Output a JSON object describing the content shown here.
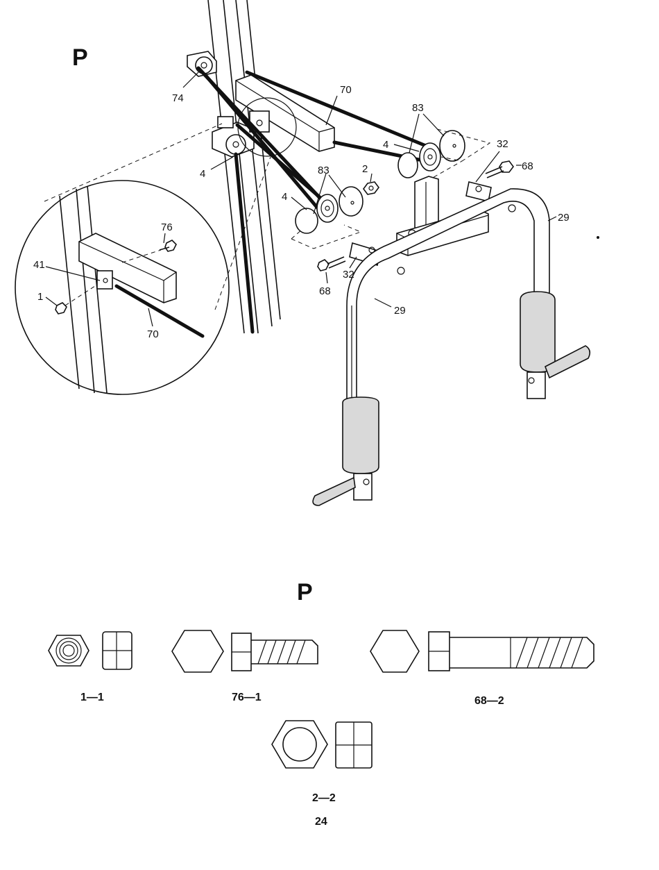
{
  "step": {
    "top_letter": "P",
    "bottom_letter": "P"
  },
  "callouts": {
    "c74": "74",
    "c70_main": "70",
    "c83_right": "83",
    "c32_right": "32",
    "c68_right": "68",
    "c4_right": "4",
    "c2": "2",
    "c83_left": "83",
    "c4_left": "4",
    "c4_frame": "4",
    "c29_right": "29",
    "c76": "76",
    "c41": "41",
    "c1": "1",
    "c70_detail": "70",
    "c32_left": "32",
    "c68_left": "68",
    "c29_left": "29"
  },
  "hardware": {
    "h1": "1—1",
    "h76": "76—1",
    "h68": "68—2",
    "h2": "2—2"
  },
  "page_number": "24"
}
